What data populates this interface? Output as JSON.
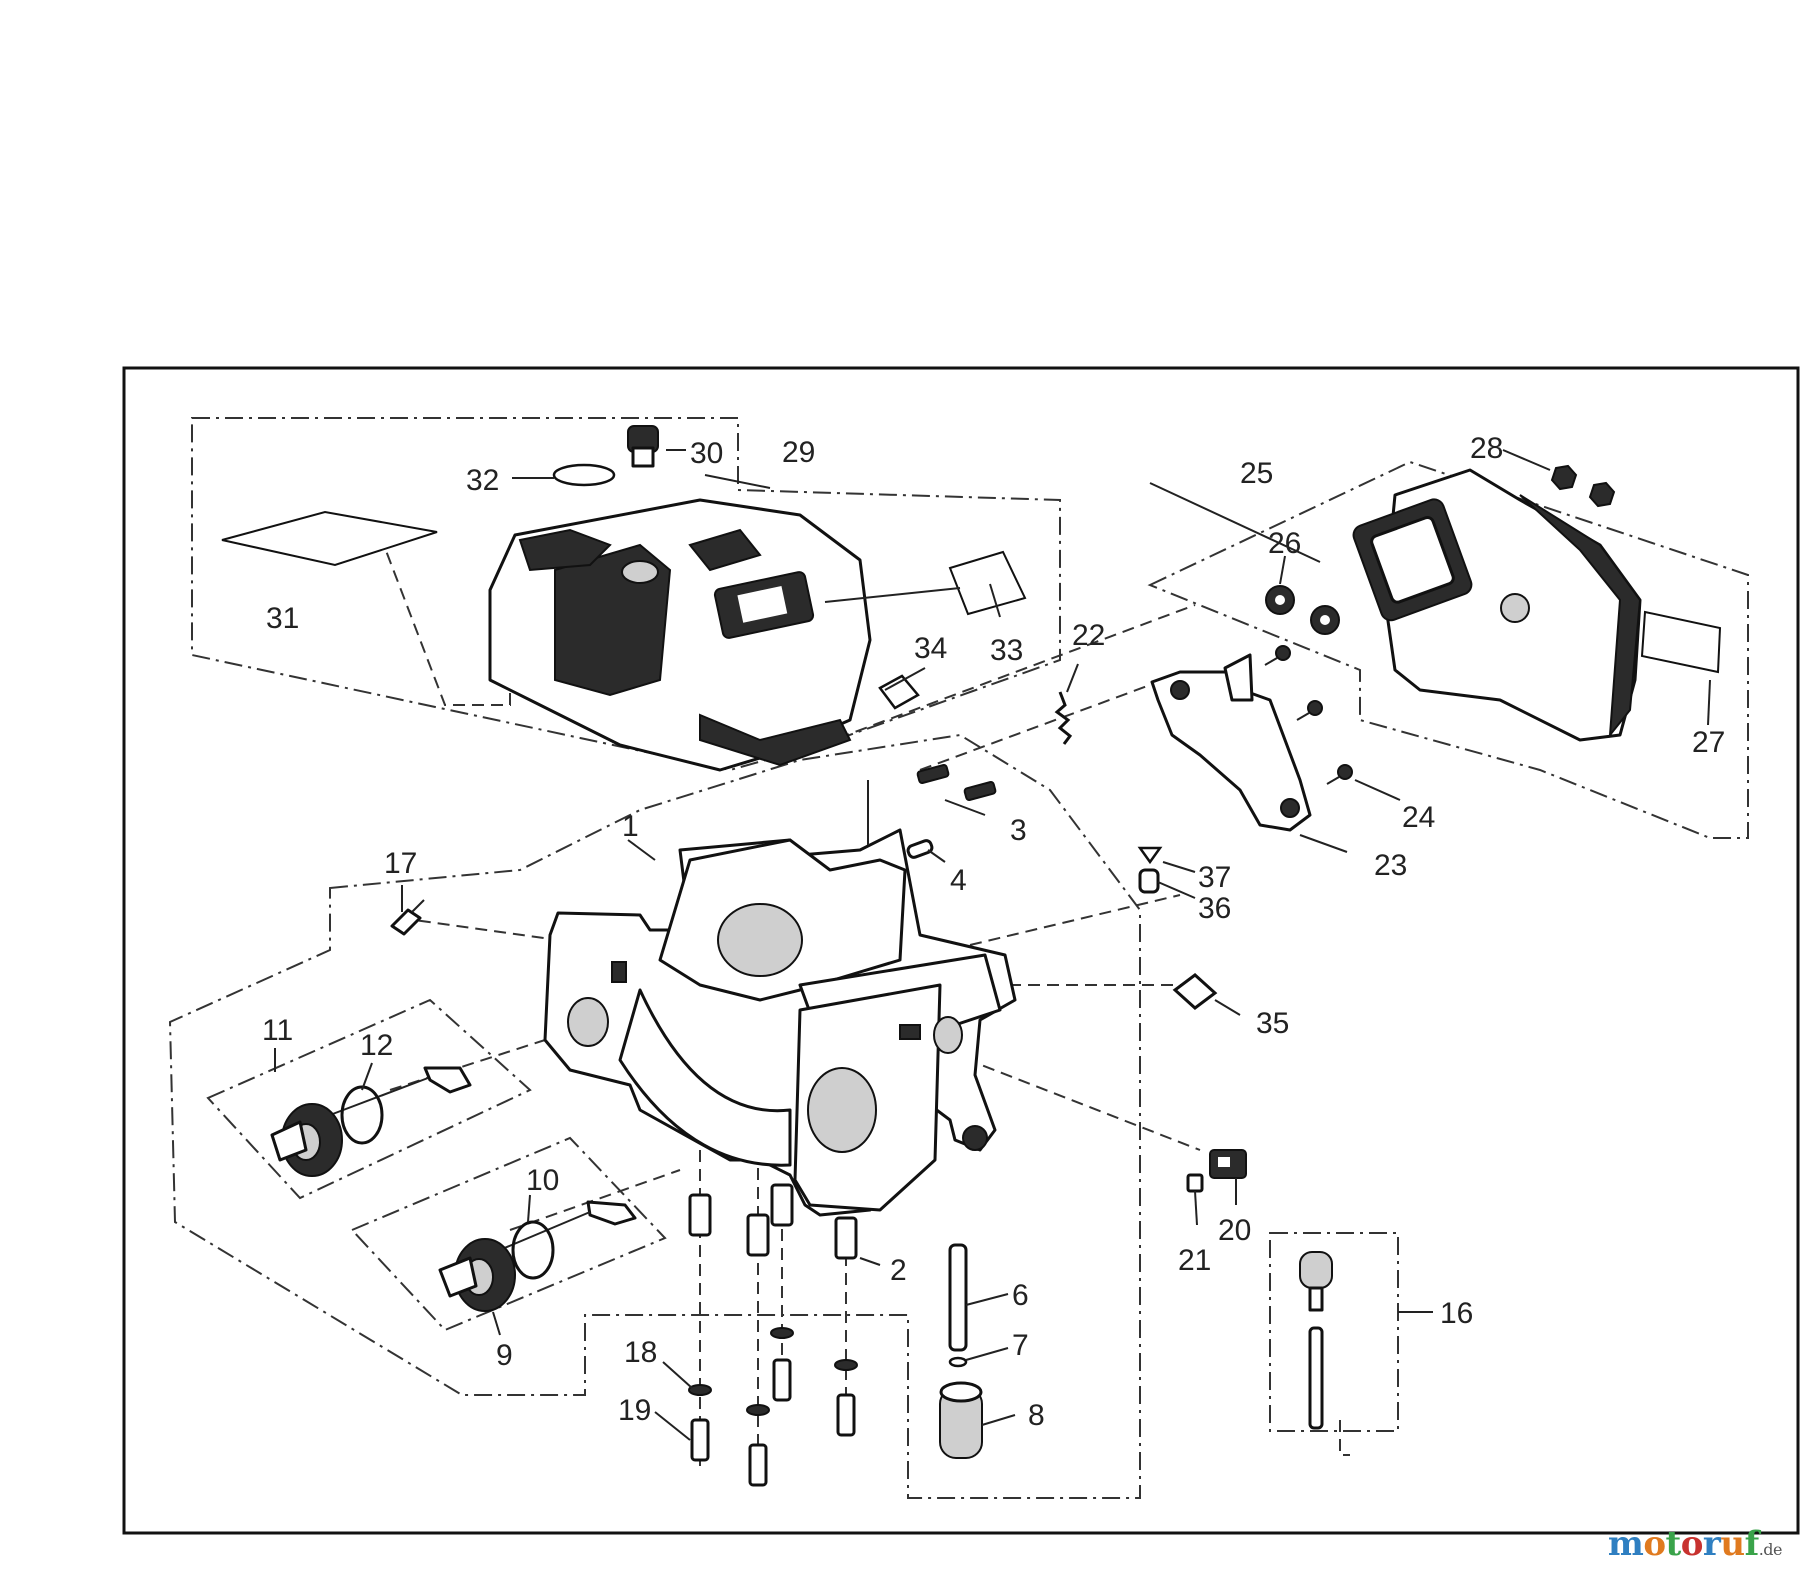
{
  "labels": {
    "l1": "1",
    "l2": "2",
    "l3": "3",
    "l4": "4",
    "l6": "6",
    "l7": "7",
    "l8": "8",
    "l9": "9",
    "l10": "10",
    "l11": "11",
    "l12": "12",
    "l16": "16",
    "l17": "17",
    "l18": "18",
    "l19": "19",
    "l20": "20",
    "l21": "21",
    "l22": "22",
    "l23": "23",
    "l24": "24",
    "l25": "25",
    "l26": "26",
    "l27": "27",
    "l28": "28",
    "l29": "29",
    "l30": "30",
    "l31": "31",
    "l32": "32",
    "l33": "33",
    "l34": "34",
    "l35": "35",
    "l36": "36",
    "l37": "37"
  },
  "watermark": {
    "brand": "motoruf",
    "tld": ".de",
    "colors": [
      "#2f7fc1",
      "#e07a1f",
      "#3aa34a",
      "#c8322f"
    ]
  }
}
